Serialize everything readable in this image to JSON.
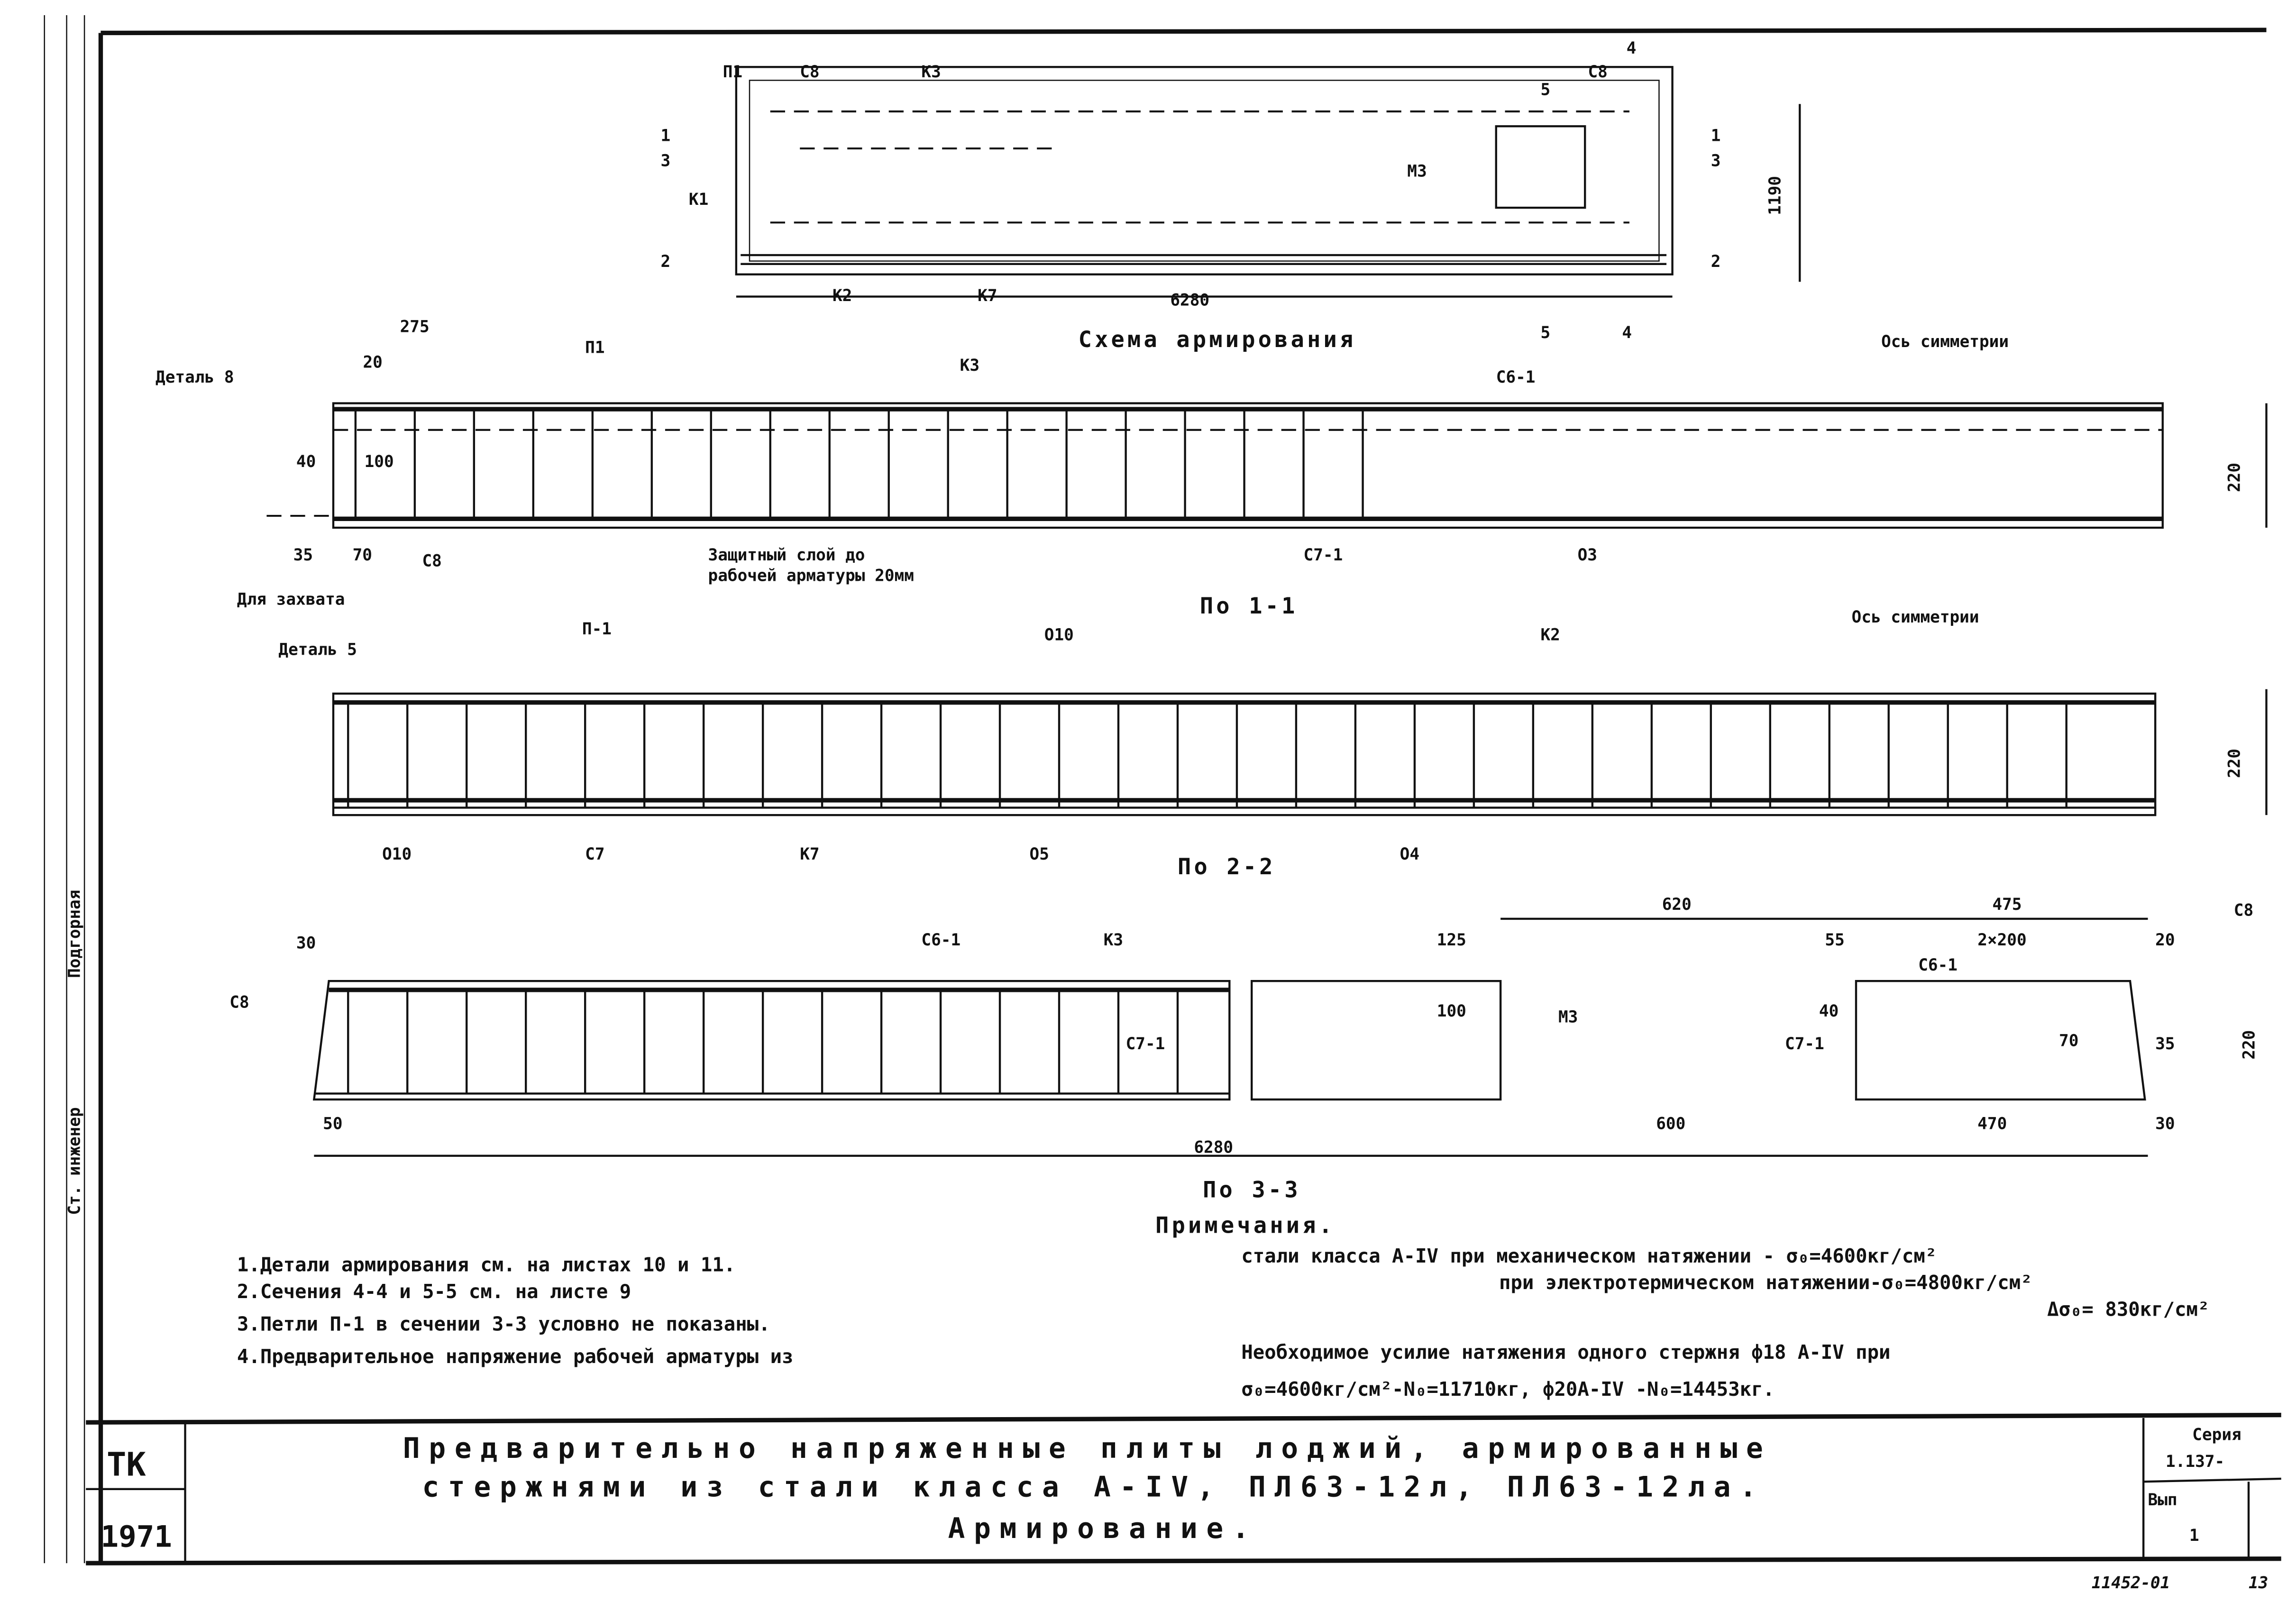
{
  "schema": {
    "caption": "Схема армирования",
    "labels": {
      "p1": "П1",
      "c8a": "С8",
      "k3": "К3",
      "k1": "К1",
      "k2": "К2",
      "k7": "К7",
      "c8b": "С8",
      "m3": "М3",
      "len": "6280",
      "height": "1190",
      "s1a": "1",
      "s3a": "3",
      "s2a": "2",
      "s1b": "1",
      "s3b": "3",
      "s2b": "2",
      "s4": "4",
      "s5": "5",
      "s4b": "4",
      "s5b": "5"
    }
  },
  "section1": {
    "caption": "По 1-1",
    "labels": {
      "detail": "Деталь 8",
      "d275": "275",
      "d20": "20",
      "p1": "П1",
      "k3": "К3",
      "c61": "С6-1",
      "axis": "Ось симметрии",
      "d40": "40",
      "d100": "100",
      "d35": "35",
      "d70": "70",
      "c8": "С8",
      "grip": "Для захвата",
      "cover1": "Защитный слой до",
      "cover2": "рабочей арматуры 20мм",
      "c71": "С7-1",
      "o3": "О3",
      "h220": "220"
    }
  },
  "section2": {
    "caption": "По 2-2",
    "labels": {
      "detail": "Деталь 5",
      "p1": "П-1",
      "o10a": "О10",
      "k2": "К2",
      "axis": "Ось симметрии",
      "h220": "220",
      "o10b": "О10",
      "c7": "С7",
      "k7": "К7",
      "o5": "О5",
      "o4": "О4"
    }
  },
  "section3": {
    "caption": "По 3-3",
    "labels": {
      "d30a": "30",
      "c8a": "С8",
      "c61a": "С6-1",
      "k3": "К3",
      "d125": "125",
      "d620": "620",
      "d475": "475",
      "d55": "55",
      "d2x200": "2×200",
      "d20": "20",
      "c8b": "С8",
      "d100": "100",
      "m3": "М3",
      "d40": "40",
      "c61b": "С6-1",
      "c71a": "С7-1",
      "c71b": "С7-1",
      "d70": "70",
      "d35": "35",
      "h220": "220",
      "d50": "50",
      "len": "6280",
      "d600": "600",
      "d470": "470",
      "d30b": "30"
    }
  },
  "notes": {
    "heading": "Примечания.",
    "items": [
      "1.Детали армирования см. на листах 10 и 11.",
      "2.Сечения 4-4 и 5-5 см. на листе 9",
      "3.Петли П-1 в сечении 3-3 условно не показаны.",
      "4.Предварительное напряжение рабочей арматуры из"
    ],
    "right": [
      "стали класса А-IV при механическом натяжении - σ₀=4600кг/см²",
      "при электротермическом натяжении-σ₀=4800кг/см²",
      "Δσ₀= 830кг/см²",
      "Необходимое усилие натяжения одного стержня ф18 А-IV при",
      "σ₀=4600кг/см²-N₀=11710кг, ф20А-IV -N₀=14453кг."
    ]
  },
  "title_block": {
    "org": "ТК",
    "year": "1971",
    "title": [
      "Предварительно напряженные плиты лоджий, армированные",
      "стержнями из стали класса А-IV, ПЛ63-12л, ПЛ63-12ла.",
      "Армирование."
    ],
    "series_label": "Серия",
    "series": "1.137-",
    "issue_label": "Вып",
    "issue": "1",
    "doc_number": "11452-01",
    "sheet": "13"
  },
  "side_stamp": {
    "role": "Ст. инженер",
    "name": "Подгорная"
  }
}
